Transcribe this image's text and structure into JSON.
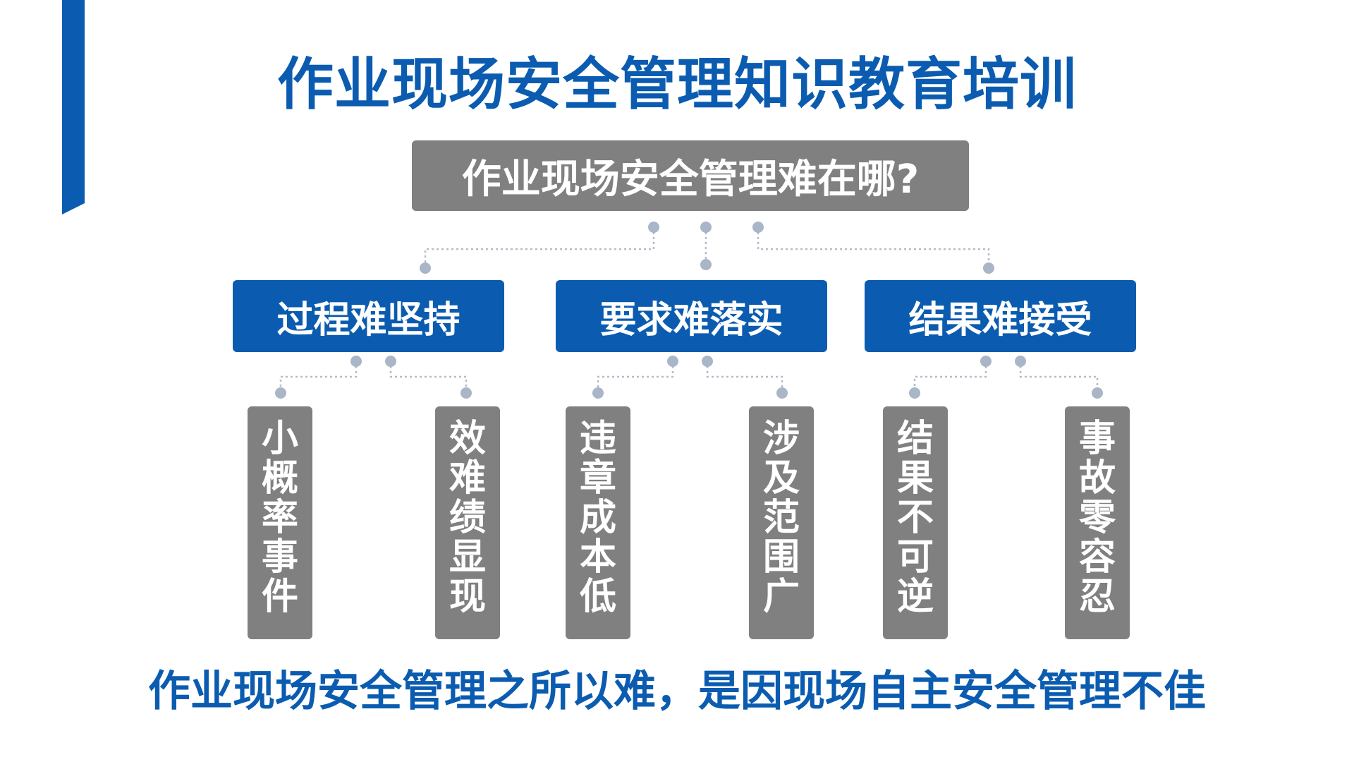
{
  "colors": {
    "accent_blue": "#0b5cb0",
    "box_gray": "#808080",
    "dot_gray": "#a9b6c8",
    "line_gray": "#b4bccb",
    "text_white": "#ffffff"
  },
  "title": "作业现场安全管理知识教育培训",
  "question": "作业现场安全管理难在哪?",
  "categories": [
    {
      "label": "过程难坚持",
      "items": [
        "小概率事件",
        "效难绩显现"
      ]
    },
    {
      "label": "要求难落实",
      "items": [
        "违章成本低",
        "涉及范围广"
      ]
    },
    {
      "label": "结果难接受",
      "items": [
        "结果不可逆",
        "事故零容忍"
      ]
    }
  ],
  "conclusion": "作业现场安全管理之所以难，是因现场自主安全管理不佳"
}
